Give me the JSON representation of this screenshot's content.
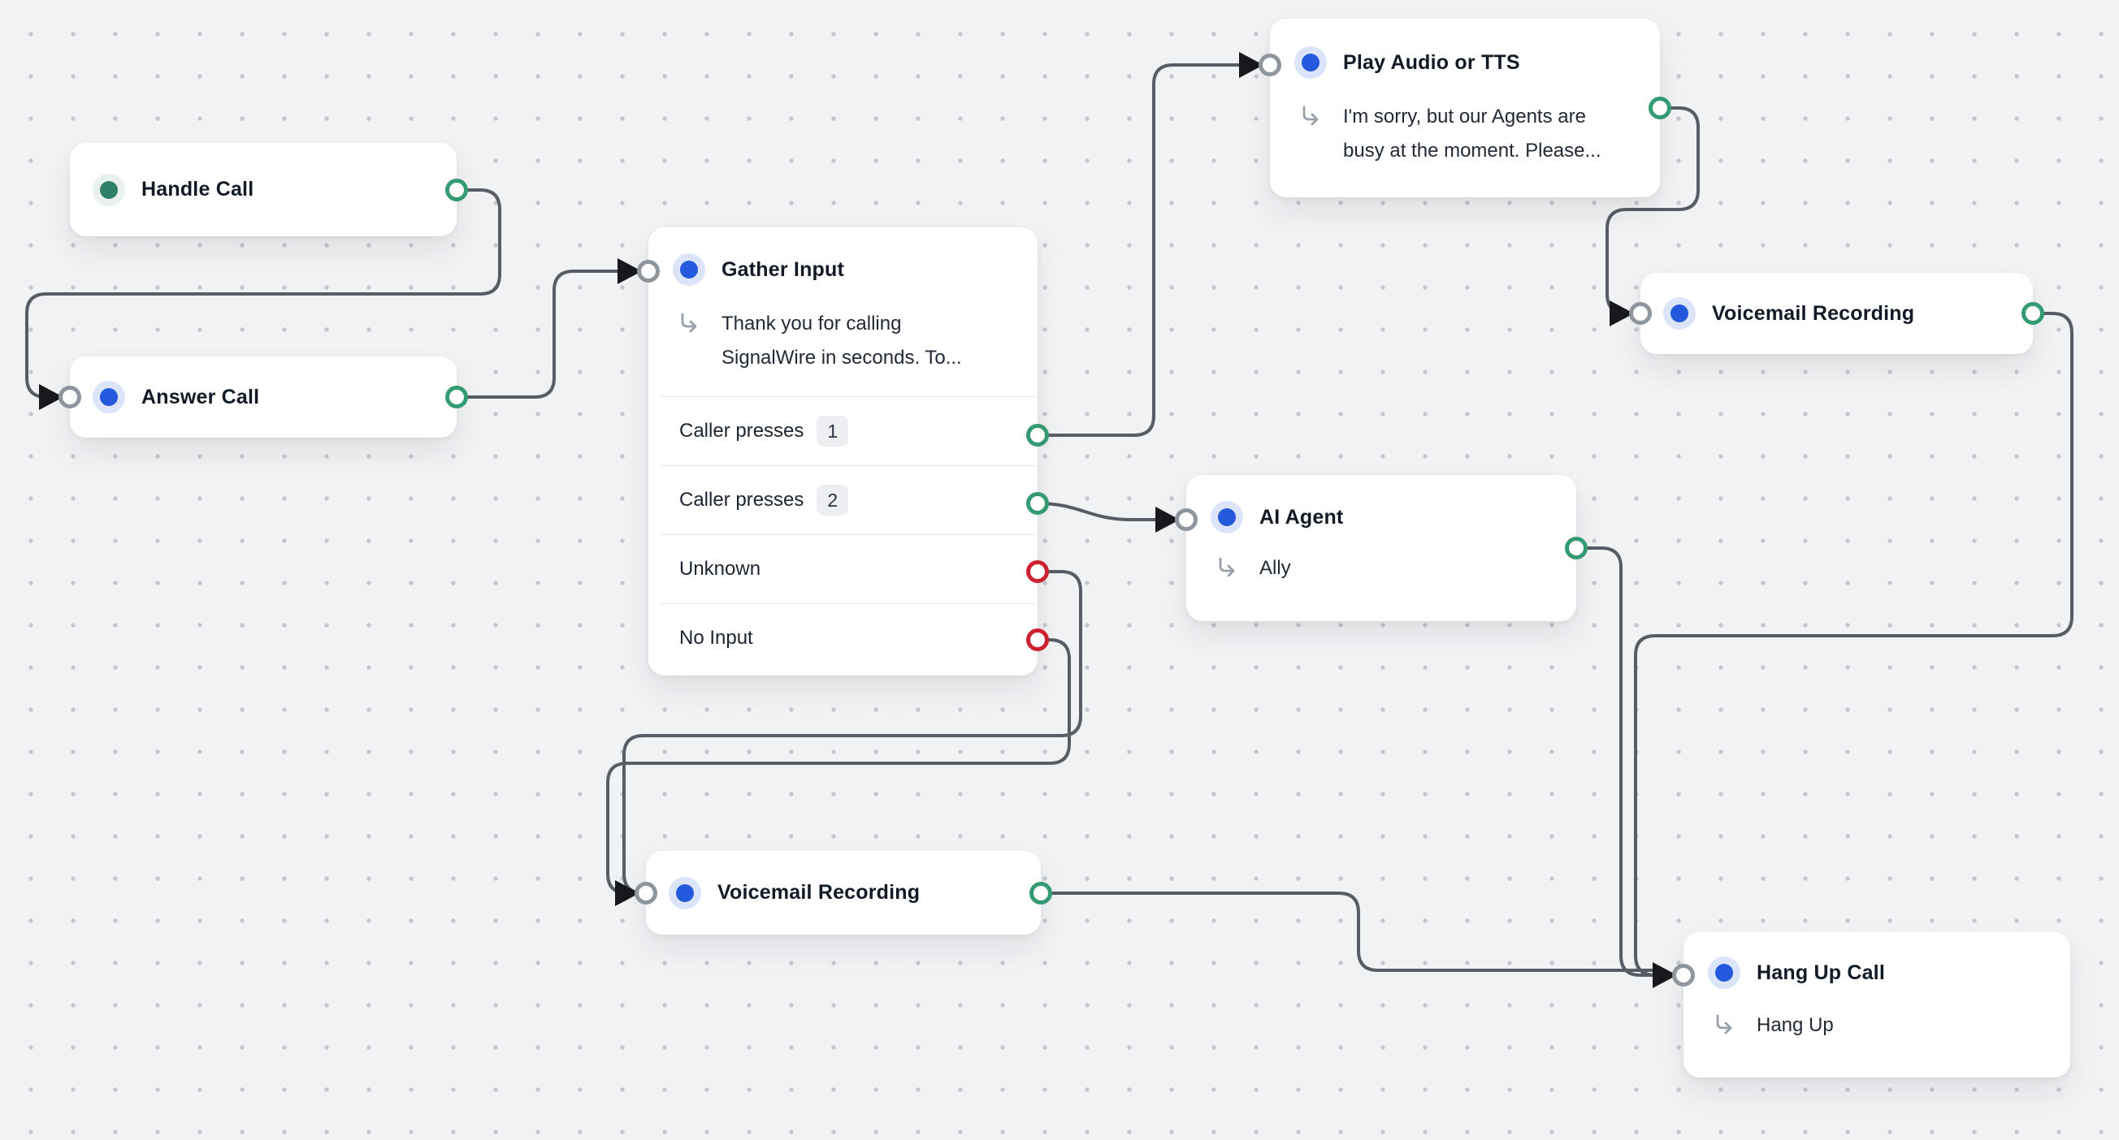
{
  "app": {
    "name": "Call Flow Builder canvas"
  },
  "colors": {
    "background": "#f1f2f4",
    "card": "#ffffff",
    "wire": "#575d65",
    "port_output_green": "#339a72",
    "port_output_red": "#cd2130",
    "port_input_gray": "#8e959d",
    "input_arrow": "#17191c",
    "icon_blue": "#2458dd",
    "icon_blue_halo": "#dbe4f8",
    "icon_teal": "#2e8168",
    "icon_teal_halo": "#e8f1ed",
    "badge_bg": "#eceef1"
  },
  "icons": {
    "node_type_dot": "filled-circle",
    "prompt_arrow": "corner-down-right-arrow",
    "input_port_arrow": "triangle-right",
    "output_port": "ring-circle"
  },
  "nodes": {
    "handle_call": {
      "title": "Handle Call"
    },
    "answer_call": {
      "title": "Answer Call"
    },
    "gather_input": {
      "title": "Gather Input",
      "prompt": "Thank you for calling SignalWire in seconds. To...",
      "rows": [
        {
          "label": "Caller presses",
          "badge": "1",
          "port_color": "green"
        },
        {
          "label": "Caller presses",
          "badge": "2",
          "port_color": "green"
        },
        {
          "label": "Unknown",
          "badge": "",
          "port_color": "red"
        },
        {
          "label": "No Input",
          "badge": "",
          "port_color": "red"
        }
      ]
    },
    "play_audio": {
      "title": "Play Audio or TTS",
      "prompt": "I'm sorry, but our Agents are busy at the moment. Please..."
    },
    "voicemail_right": {
      "title": "Voicemail Recording"
    },
    "ai_agent": {
      "title": "AI Agent",
      "prompt": "Ally"
    },
    "voicemail_bottom": {
      "title": "Voicemail Recording"
    },
    "hang_up": {
      "title": "Hang Up Call",
      "prompt": "Hang Up"
    }
  },
  "edges": [
    {
      "from": "handle_call.output",
      "to": "answer_call.input"
    },
    {
      "from": "answer_call.output",
      "to": "gather_input.input"
    },
    {
      "from": "gather_input.caller_presses_1",
      "to": "play_audio.input"
    },
    {
      "from": "gather_input.caller_presses_2",
      "to": "ai_agent.input"
    },
    {
      "from": "gather_input.unknown",
      "to": "voicemail_bottom.input"
    },
    {
      "from": "gather_input.no_input",
      "to": "voicemail_bottom.input"
    },
    {
      "from": "play_audio.output",
      "to": "voicemail_right.input"
    },
    {
      "from": "voicemail_right.output",
      "to": "hang_up.input"
    },
    {
      "from": "ai_agent.output",
      "to": "hang_up.input"
    },
    {
      "from": "voicemail_bottom.output",
      "to": "hang_up.input"
    }
  ]
}
